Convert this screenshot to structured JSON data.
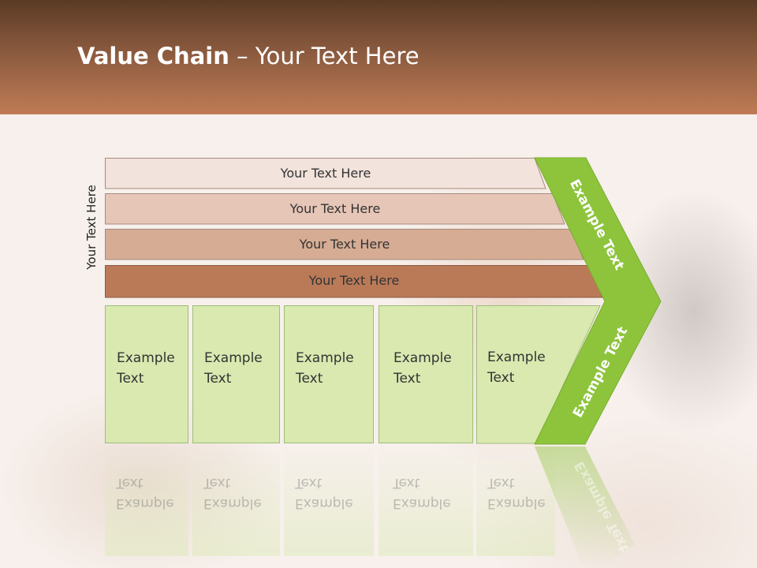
{
  "header": {
    "title_bold": "Value Chain",
    "title_rest": " – Your Text Here"
  },
  "side_label": "Your Text Here",
  "rows": [
    {
      "label": "Your Text Here",
      "color": "#f2e3dc"
    },
    {
      "label": "Your Text Here",
      "color": "#e6c6b7"
    },
    {
      "label": "Your Text Here",
      "color": "#d6ac94"
    },
    {
      "label": "Your Text Here",
      "color": "#ba7a58"
    }
  ],
  "columns": [
    {
      "line1": "Example",
      "line2": "Text"
    },
    {
      "line1": "Example",
      "line2": "Text"
    },
    {
      "line1": "Example",
      "line2": "Text"
    },
    {
      "line1": "Example",
      "line2": "Text"
    },
    {
      "line1": "Example",
      "line2": "Text"
    }
  ],
  "chevron": {
    "upper_text": "Example Text",
    "lower_text": "Example Text",
    "color": "#8dc43c"
  }
}
